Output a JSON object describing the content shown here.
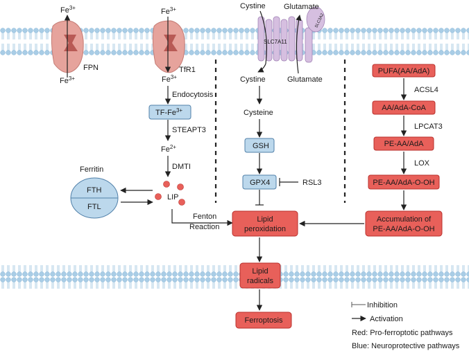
{
  "iron": {
    "fpn_label": "FPN",
    "tfr1_label": "TfR1",
    "fe3_label": "Fe3+",
    "fe3_base": "Fe",
    "fe3_sup": "3+",
    "endocytosis": "Endocytosis",
    "tf_fe3_base": "TF-Fe",
    "tf_fe3_sup": "3+",
    "steapt3": "STEAPT3",
    "fe2_base": "Fe",
    "fe2_sup": "2+",
    "dmti": "DMTI",
    "lip": "LIP",
    "ferritin": "Ferritin",
    "fth": "FTH",
    "ftl": "FTL",
    "fenton_1": "Fenton",
    "fenton_2": "Reaction"
  },
  "system_xc": {
    "cystine_top": "Cystine",
    "glutamate_top": "Glutamate",
    "slc7a11": "SLC7A11",
    "slc3a2": "SLC3A2",
    "cystine": "Cystine",
    "glutamate": "Glutamate",
    "cysteine": "Cysteine",
    "gsh": "GSH",
    "gpx4": "GPX4",
    "rsl3": "RSL3"
  },
  "pufa": {
    "pufa": "PUFA(AA/AdA)",
    "acsl4": "ACSL4",
    "aa_coa": "AA/AdA-CoA",
    "lpcat3": "LPCAT3",
    "pe_aa": "PE-AA/AdA",
    "lox": "LOX",
    "pe_ooh": "PE-AA/AdA-O-OH",
    "accum_1": "Accumulation of",
    "accum_2": "PE-AA/AdA-O-OH"
  },
  "core": {
    "lipid_perox_1": "Lipid",
    "lipid_perox_2": "peroxidation",
    "lipid_rad_1": "Lipid",
    "lipid_rad_2": "radicals",
    "ferroptosis": "Ferroptosis"
  },
  "legend": {
    "inhibition": "Inhibition",
    "activation": "Activation",
    "red": "Red: Pro-ferroptotic pathways",
    "blue": "Blue: Neuroprotective pathways"
  },
  "colors": {
    "pro_ferroptotic": "#e8605a",
    "neuroprotective": "#bcd8ec",
    "membrane_head": "#a9cde6",
    "transporter": "#d6bfe0",
    "channel": "#e6a39c",
    "lip_dot": "#e8605a"
  }
}
